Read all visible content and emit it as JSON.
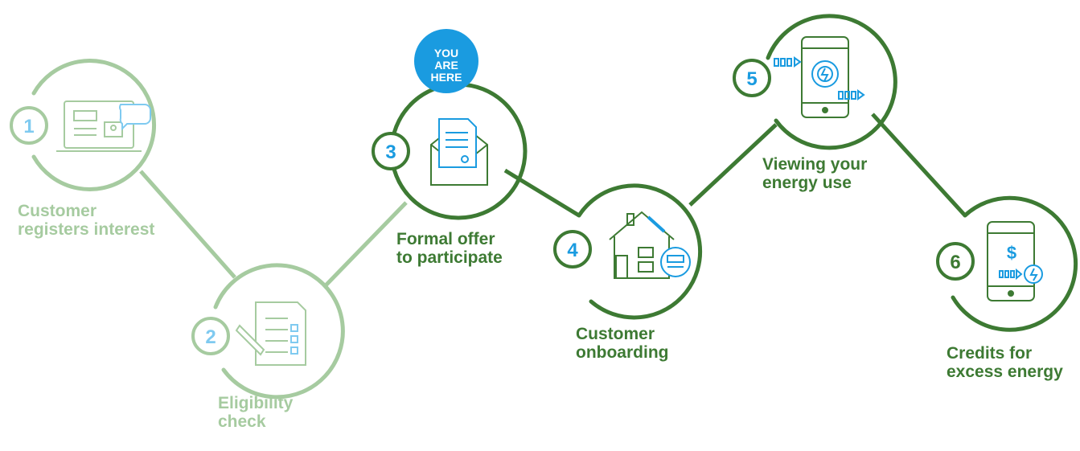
{
  "colors": {
    "active_green": "#3d7a33",
    "faded_green": "#a6cba0",
    "blue": "#1a9be0",
    "faded_blue": "#7fcaf0",
    "icon_gray": "#c8d8c4"
  },
  "badge": {
    "line1": "YOU",
    "line2": "ARE",
    "line3": "HERE"
  },
  "steps": [
    {
      "number": "1",
      "label": "Customer\nregisters interest",
      "icon": "laptop-chat-icon",
      "state": "completed"
    },
    {
      "number": "2",
      "label": "Eligibility\ncheck",
      "icon": "checklist-pen-icon",
      "state": "completed"
    },
    {
      "number": "3",
      "label": "Formal offer\nto participate",
      "icon": "envelope-letter-icon",
      "state": "current"
    },
    {
      "number": "4",
      "label": "Customer\nonboarding",
      "icon": "house-meter-icon",
      "state": "upcoming"
    },
    {
      "number": "5",
      "label": "Viewing your\nenergy use",
      "icon": "phone-energy-icon",
      "state": "upcoming"
    },
    {
      "number": "6",
      "label": "Credits for\nexcess energy",
      "icon": "phone-dollar-icon",
      "state": "upcoming"
    }
  ]
}
